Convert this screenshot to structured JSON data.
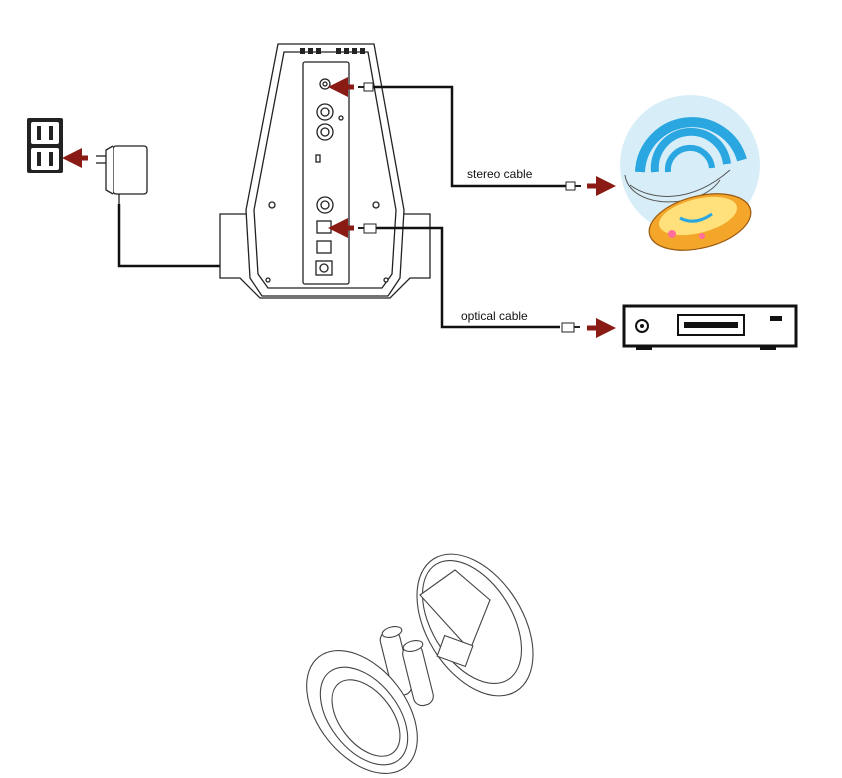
{
  "connection_diagram": {
    "labels": {
      "stereo": "stereo cable",
      "optical": "optical cable"
    }
  },
  "icons": {
    "wall_outlet": "wall-outlet-icon",
    "power_adapter": "power-adapter-icon",
    "speaker_rear": "speaker-rear-panel",
    "portable_player": "portable-music-player-icon",
    "dvd_player": "dvd-player-icon",
    "remote_battery": "remote-battery-compartment"
  },
  "colors": {
    "arrow": "#8a1a14",
    "line": "#111111",
    "player_body": "#f4a62a",
    "player_face": "#ffe07a",
    "player_waves": "#2aa7e0",
    "outlet": "#222222"
  }
}
